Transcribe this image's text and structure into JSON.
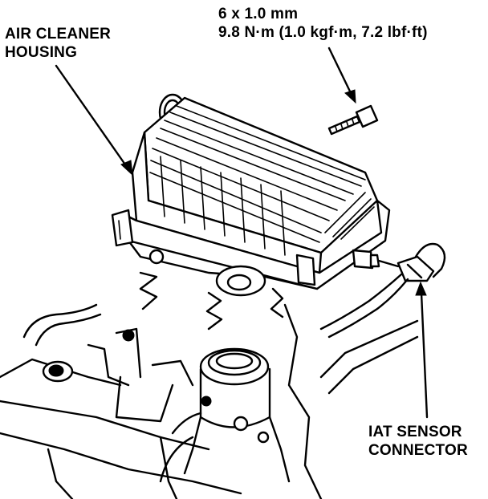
{
  "labels": {
    "air_cleaner_line1": "AIR CLEANER",
    "air_cleaner_line2": "HOUSING",
    "bolt_size": "6 x 1.0 mm",
    "bolt_torque": "9.8 N·m (1.0 kgf·m, 7.2 lbf·ft)",
    "iat_line1": "IAT SENSOR",
    "iat_line2": "CONNECTOR"
  },
  "colors": {
    "ink": "#000000",
    "paper": "#ffffff"
  }
}
